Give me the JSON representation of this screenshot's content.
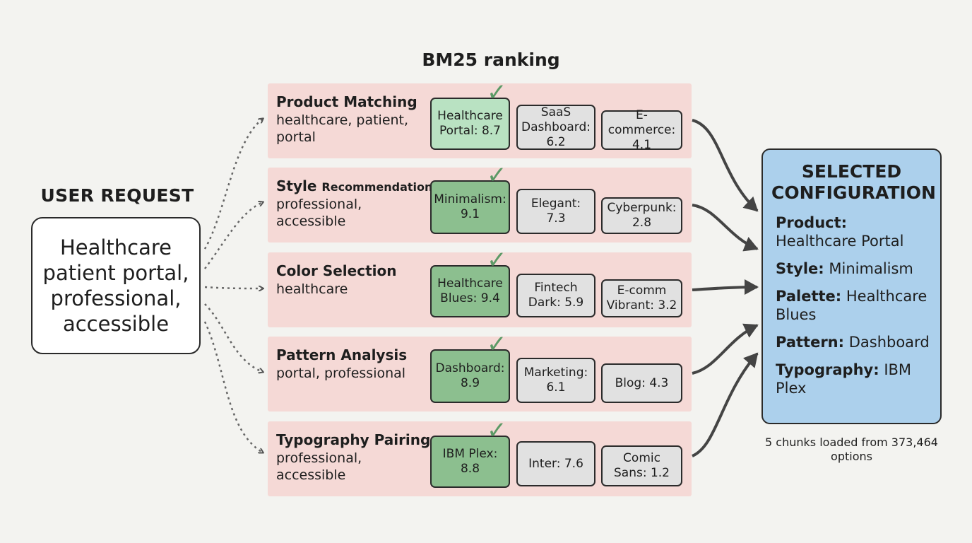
{
  "user": {
    "title": "USER REQUEST",
    "text": "Healthcare patient portal, professional, accessible"
  },
  "ranking_title": "BM25 ranking",
  "stages": [
    {
      "title": "Product Matching",
      "keywords": "healthcare, patient, portal",
      "options": [
        "Healthcare Portal: 8.7",
        "SaaS Dashboard: 6.2",
        "E-commerce: 4.1"
      ]
    },
    {
      "title": "Style",
      "title_suffix": "Recommendations",
      "keywords": "professional, accessible",
      "options": [
        "Minimalism: 9.1",
        "Elegant: 7.3",
        "Cyberpunk: 2.8"
      ]
    },
    {
      "title": "Color Selection",
      "keywords": "healthcare",
      "options": [
        "Healthcare Blues: 9.4",
        "Fintech Dark: 5.9",
        "E-comm Vibrant: 3.2"
      ]
    },
    {
      "title": "Pattern Analysis",
      "keywords": "portal, professional",
      "options": [
        "Dashboard: 8.9",
        "Marketing: 6.1",
        "Blog: 4.3"
      ]
    },
    {
      "title": "Typography Pairing",
      "keywords": "professional, accessible",
      "options": [
        "IBM Plex: 8.8",
        "Inter: 7.6",
        "Comic Sans: 1.2"
      ]
    }
  ],
  "check_glyph": "✓",
  "result": {
    "title": "SELECTED CONFIGURATION",
    "lines": [
      {
        "label": "Product:",
        "value": "Healthcare Portal"
      },
      {
        "label": "Style:",
        "value": "Minimalism"
      },
      {
        "label": "Palette:",
        "value": "Healthcare Blues"
      },
      {
        "label": "Pattern:",
        "value": "Dashboard"
      },
      {
        "label": "Typography:",
        "value": "IBM Plex"
      }
    ]
  },
  "footnote": "5 chunks loaded from 373,464 options",
  "colors": {
    "stage_bg": "#f5d9d6",
    "winner": "#8cbf8f",
    "winner_light": "#b9e2c2",
    "loser": "#e1e1e1",
    "result_bg": "#acd0ec",
    "checkmark": "#5c9a66"
  }
}
